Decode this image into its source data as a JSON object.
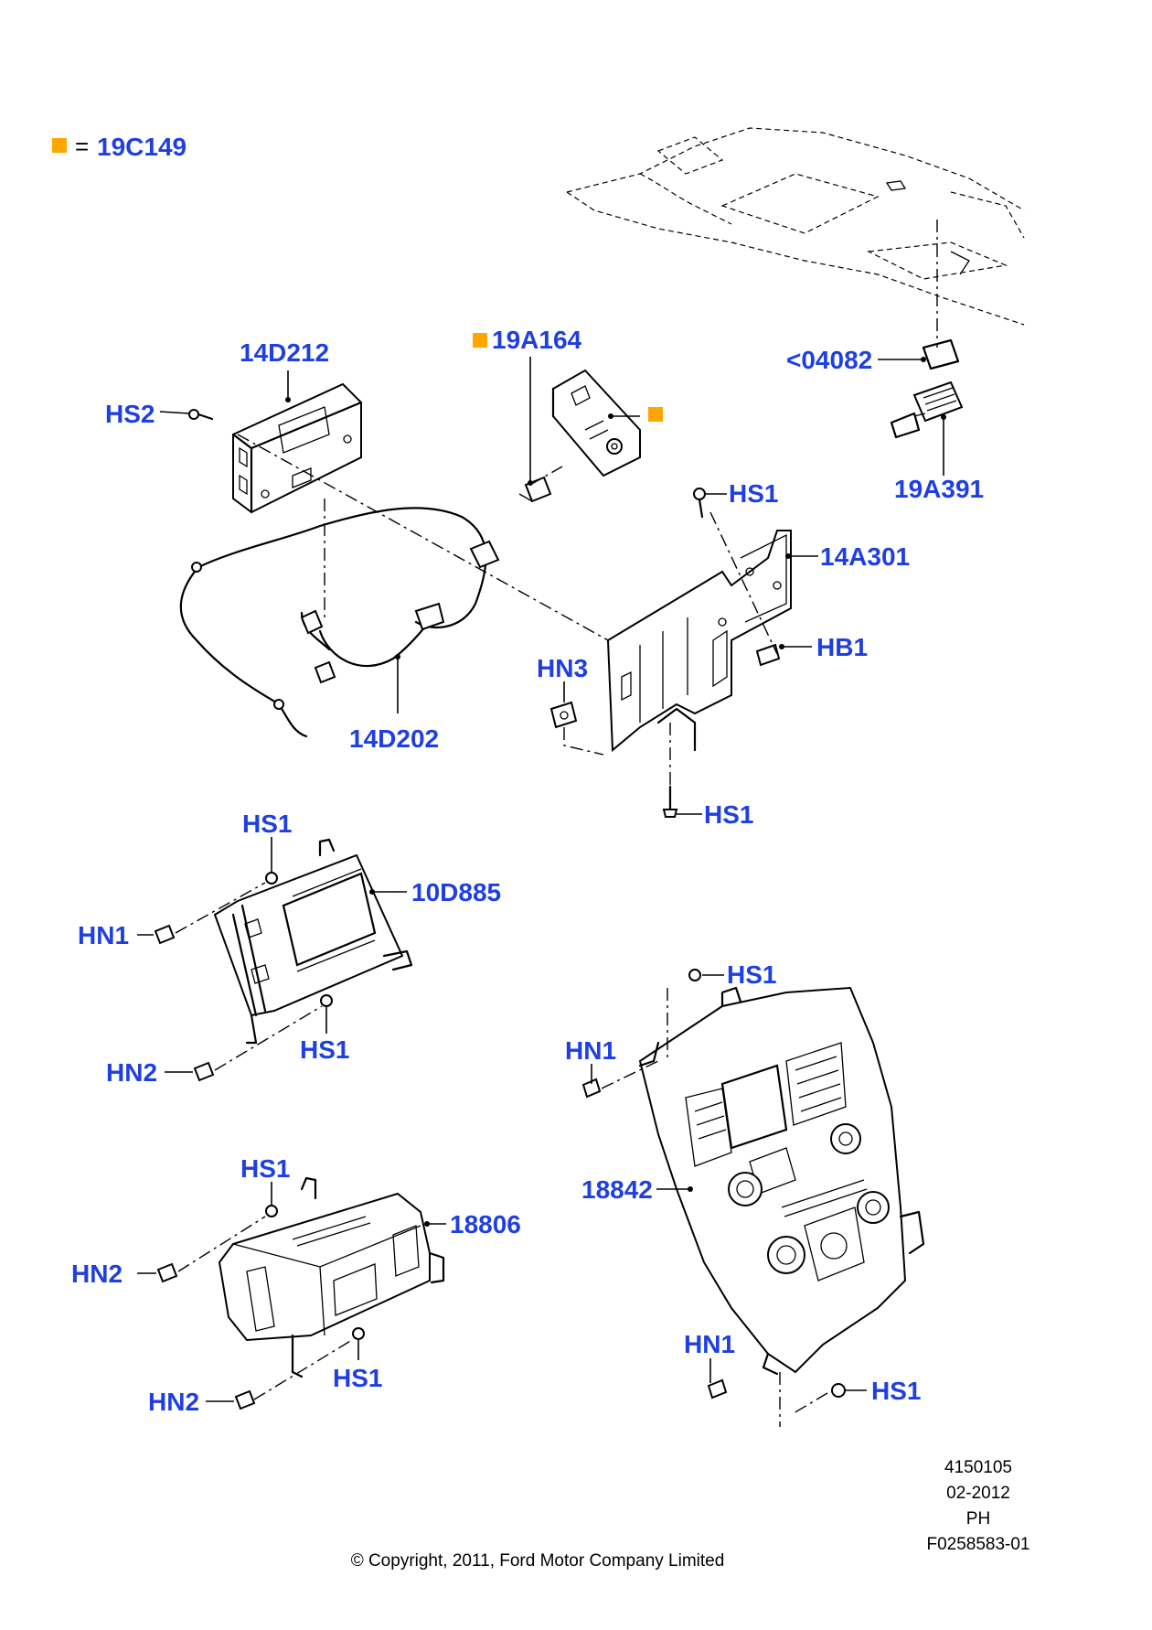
{
  "legend": {
    "symbol_color": "#ffa500",
    "equals": "=",
    "code": "19C149"
  },
  "labels": {
    "p14d212": "14D212",
    "hs2": "HS2",
    "p19a164": "19A164",
    "p04082": "<04082",
    "p19a391": "19A391",
    "hs1_top": "HS1",
    "p14a301": "14A301",
    "hb1": "HB1",
    "hn3": "HN3",
    "p14d202": "14D202",
    "hs1_bracket": "HS1",
    "hs1_display_top": "HS1",
    "p10d885": "10D885",
    "hn1_display": "HN1",
    "hs1_display_bot": "HS1",
    "hn2_display": "HN2",
    "hs1_panel_top": "HS1",
    "hn1_panel_top": "HN1",
    "p18842": "18842",
    "hn1_panel_bot": "HN1",
    "hs1_panel_bot": "HS1",
    "hs1_radio_top": "HS1",
    "p18806": "18806",
    "hn2_radio_top": "HN2",
    "hs1_radio_bot": "HS1",
    "hn2_radio_bot": "HN2"
  },
  "footer": {
    "copyright": "© Copyright, 2011, Ford Motor Company Limited",
    "doc_number": "4150105",
    "date": "02-2012",
    "code": "PH",
    "figure": "F0258583-01"
  },
  "colors": {
    "callout": "#1f3fe0",
    "marker": "#ffa500",
    "line": "#000000"
  }
}
